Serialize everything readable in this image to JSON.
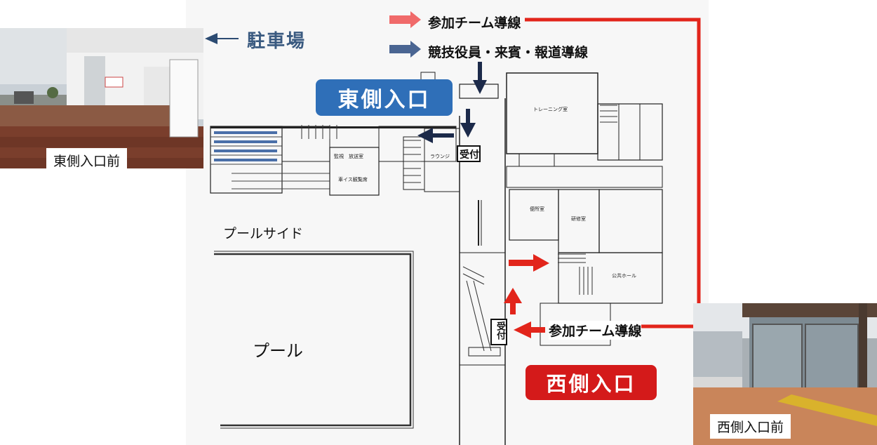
{
  "legend": {
    "parking": "駐車場",
    "team_route": "参加チーム導線",
    "officials_route": "競技役員・来賓・報道導線"
  },
  "entrances": {
    "east": "東側入口",
    "west": "西側入口"
  },
  "photos": {
    "east_caption": "東側入口前",
    "west_caption": "西側入口前"
  },
  "floorplan": {
    "poolside": "プールサイド",
    "pool": "プール",
    "reception_east": "受付",
    "reception_west": "受付",
    "team_route_label": "参加チーム導線",
    "rooms": {
      "training": "トレーニング室",
      "lounge": "ラウンジ",
      "monitor": "監視　放送室",
      "wheelchair": "車イス観覧席",
      "public_hall": "公共ホール",
      "research": "研修室",
      "toilet": "便所室"
    }
  },
  "colors": {
    "team_route": "#e2251b",
    "officials_route": "#1c2a4a",
    "east_badge": "#2f6fb8",
    "west_badge": "#d41a1a",
    "parking_text": "#3a5a80"
  }
}
